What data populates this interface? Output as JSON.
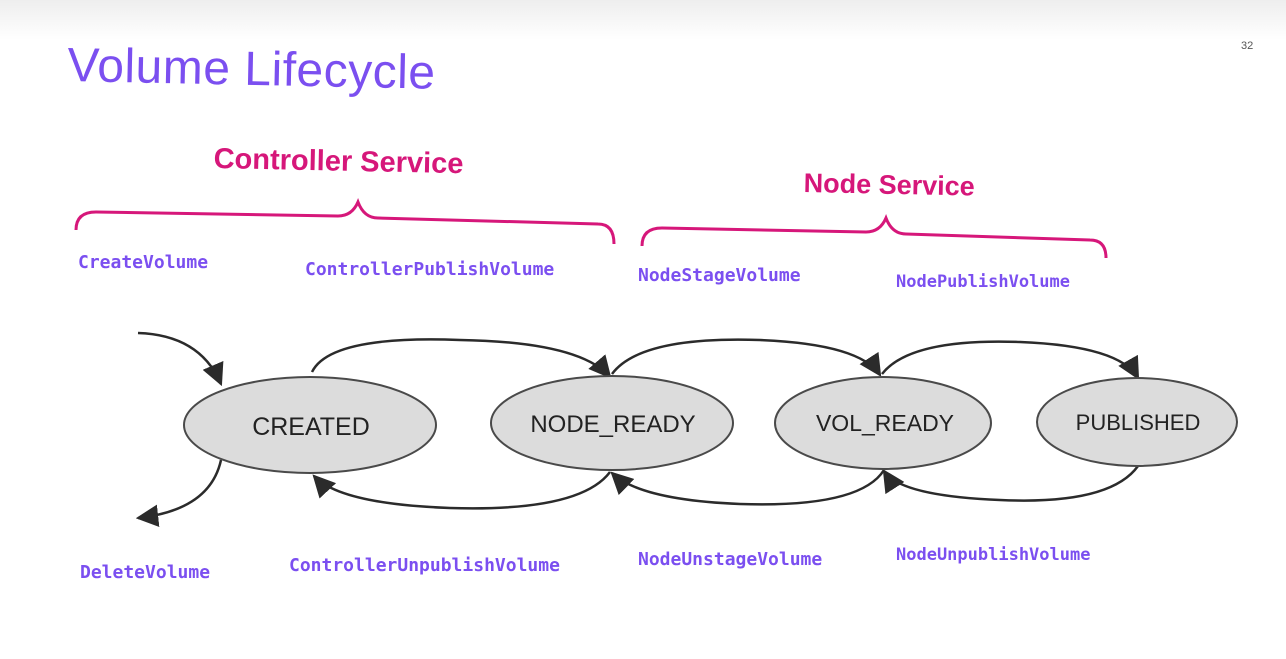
{
  "slide": {
    "title": "Volume Lifecycle",
    "page_number": "32"
  },
  "services": {
    "controller": "Controller Service",
    "node": "Node Service"
  },
  "rpcs": {
    "create": "CreateVolume",
    "controller_publish": "ControllerPublishVolume",
    "node_stage": "NodeStageVolume",
    "node_publish": "NodePublishVolume",
    "delete": "DeleteVolume",
    "controller_unpublish": "ControllerUnpublishVolume",
    "node_unstage": "NodeUnstageVolume",
    "node_unpublish": "NodeUnpublishVolume"
  },
  "states": {
    "created": "CREATED",
    "node_ready": "NODE_READY",
    "vol_ready": "VOL_READY",
    "published": "PUBLISHED"
  },
  "colors": {
    "title": "#7b4ff0",
    "service": "#d6177a",
    "rpc": "#7b4ff0",
    "state_fill": "#dcdcdc",
    "state_stroke": "#4a4a4a",
    "arrow": "#2b2b2b"
  }
}
